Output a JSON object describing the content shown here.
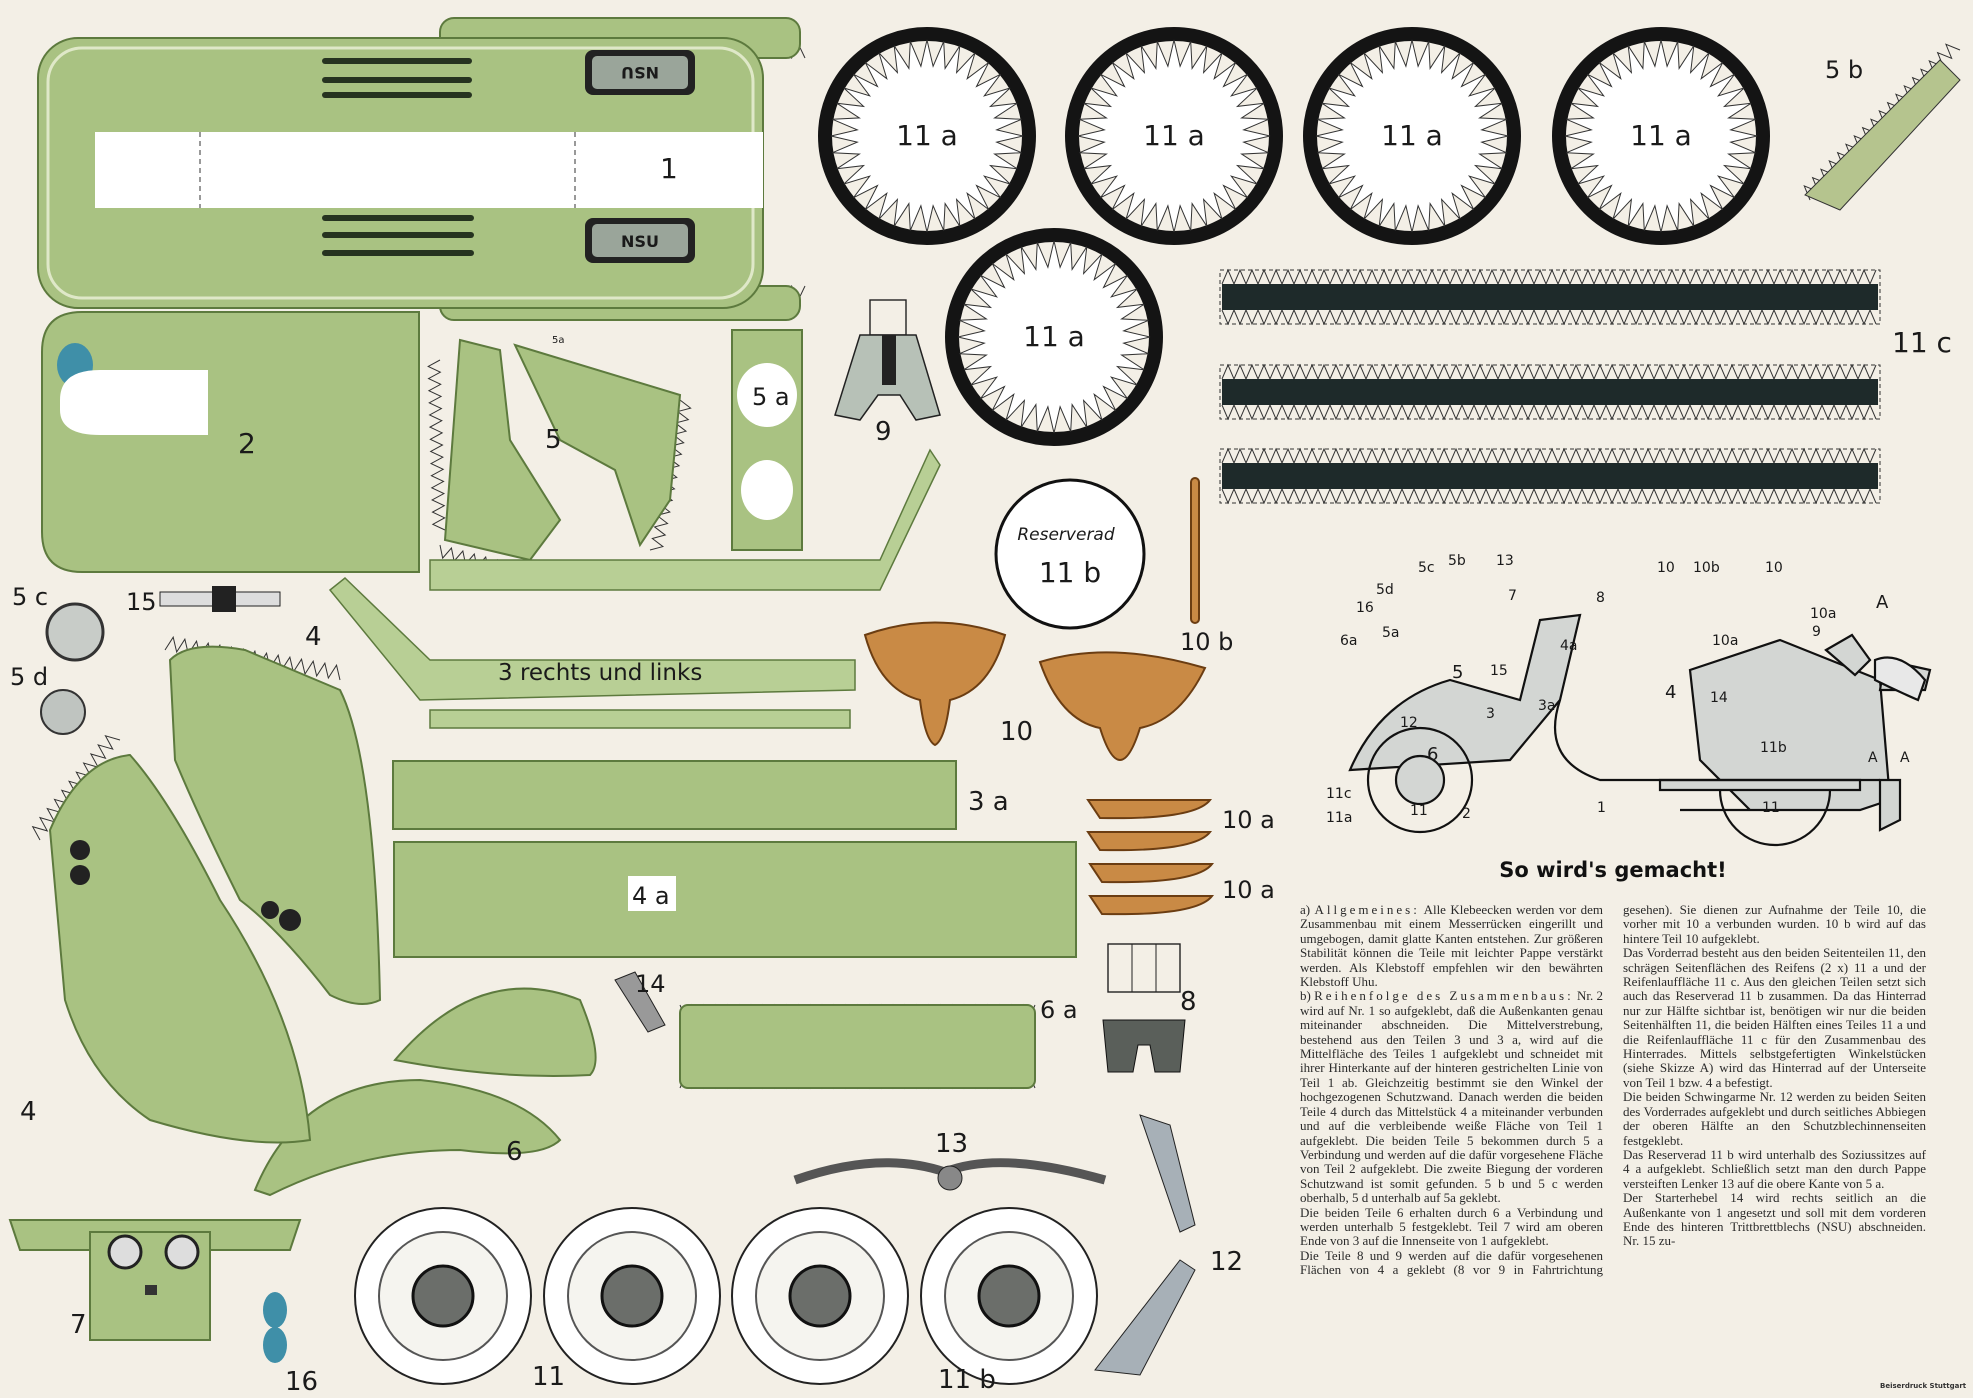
{
  "part_labels": {
    "p1": "1",
    "p2": "2",
    "p3": "3 rechts und links",
    "p3a": "3 a",
    "p4_top": "4",
    "p4_left": "4",
    "p4a": "4 a",
    "p5": "5",
    "p5a_small": "5a",
    "p5a": "5 a",
    "p5b": "5 b",
    "p5c": "5 c",
    "p5d": "5 d",
    "p6": "6",
    "p6a": "6 a",
    "p7": "7",
    "p8": "8",
    "p9": "9",
    "p10": "10",
    "p10a_1": "10 a",
    "p10a_2": "10 a",
    "p10b": "10 b",
    "p11": "11",
    "p11a_1": "11 a",
    "p11a_2": "11 a",
    "p11a_3": "11 a",
    "p11a_4": "11 a",
    "p11a_5": "11 a",
    "p11b_reserve_title": "Reserverad",
    "p11b_reserve": "11 b",
    "p11b": "11 b",
    "p11c": "11 c",
    "p12": "12",
    "p13": "13",
    "p14": "14",
    "p15": "15",
    "p16": "16"
  },
  "logo_text": "NSU",
  "diagram_labels": {
    "l5c": "5c",
    "l5b": "5b",
    "l13": "13",
    "l7": "7",
    "l5d": "5d",
    "l16": "16",
    "l6a": "6a",
    "l5a": "5a",
    "l5": "5",
    "l12": "12",
    "l6": "6",
    "l11c": "11c",
    "l11a": "11a",
    "l11_front": "11",
    "l2": "2",
    "l3": "3",
    "l15": "15",
    "l3a": "3a",
    "l1": "1",
    "l4a": "4a",
    "l4": "4",
    "l14": "14",
    "l8": "8",
    "l10_1": "10",
    "l10b": "10b",
    "l10_2": "10",
    "l10a_1": "10a",
    "l10a_2": "10a",
    "l9": "9",
    "l11b": "11b",
    "l11_rear": "11",
    "lA_top": "A",
    "lA_left": "A",
    "lA_right": "A"
  },
  "title": "So wird's gemacht!",
  "instructions": [
    {
      "prefix": "a) ",
      "heading": "Allgemeines:",
      "text": " Alle Klebeecken werden vor dem Zusammenbau mit einem Messerrücken eingerillt und umgebogen, damit glatte Kanten entstehen. Zur größeren Stabilität können die Teile mit leichter Pappe verstärkt werden. Als Klebstoff empfehlen wir den bewährten Klebstoff Uhu."
    },
    {
      "prefix": "b) ",
      "heading": "Reihenfolge des Zusammenbaus:",
      "text": " Nr. 2 wird auf Nr. 1 so aufgeklebt, daß die Außenkanten genau miteinander abschneiden. Die Mittelverstrebung, bestehend aus den Teilen 3 und 3 a, wird auf die Mittelfläche des Teiles 1 aufgeklebt und schneidet mit ihrer Hinterkante auf der hinteren gestrichelten Linie von Teil 1 ab. Gleichzeitig bestimmt sie den Winkel der hochgezogenen Schutzwand. Danach werden die beiden Teile 4 durch das Mittelstück 4 a miteinander verbunden und auf die verbleibende weiße Fläche von Teil 1 aufgeklebt. Die beiden Teile 5 bekommen durch 5 a Verbindung und werden auf die dafür vorgesehene Fläche von Teil 2 aufgeklebt. Die zweite Biegung der vorderen Schutzwand ist somit gefunden. 5 b und 5 c werden oberhalb, 5 d unterhalb auf 5a geklebt."
    },
    {
      "text": "Die beiden Teile 6 erhalten durch 6 a Verbindung und werden unterhalb 5 festgeklebt. Teil 7 wird am oberen Ende von 3 auf die Innenseite von 1 aufgeklebt."
    },
    {
      "text": "Die Teile 8 und 9 werden auf die dafür vorgesehenen Flächen von 4 a geklebt (8 vor 9 in Fahrtrichtung gesehen). Sie dienen zur Aufnahme der Teile 10, die vorher mit 10 a verbunden wurden. 10 b wird auf das hintere Teil 10 aufgeklebt."
    },
    {
      "text": "Das Vorderrad besteht aus den beiden Seitenteilen 11, den schrägen Seitenflächen des Reifens (2 x) 11 a und der Reifenlauffläche 11 c. Aus den gleichen Teilen setzt sich auch das Reserverad 11 b zusammen. Da das Hinterrad nur zur Hälfte sichtbar ist, benötigen wir nur die beiden Seitenhälften 11, die beiden Hälften eines Teiles 11 a und die Reifenlauffläche 11 c für den Zusammenbau des Hinterrades. Mittels selbstgefertigten Winkelstücken (siehe Skizze A) wird das Hinterrad auf der Unterseite von Teil 1 bzw. 4 a befestigt."
    },
    {
      "text": "Die beiden Schwingarme Nr. 12 werden zu beiden Seiten des Vorderrades aufgeklebt und durch seitliches Abbiegen der oberen Hälfte an den Schutzblechinnenseiten festgeklebt."
    },
    {
      "text": "Das Reserverad 11 b wird unterhalb des Soziussitzes auf 4 a aufgeklebt. Schließlich setzt man den durch Pappe versteiften Lenker 13 auf die obere Kante von 5 a."
    },
    {
      "text": "Der Starterhebel 14 wird rechts seitlich an die Außenkante von 1 angesetzt und soll mit dem vorderen Ende des hinteren Trittbrettblechs (NSU) abschneiden. Nr. 15 zu-"
    }
  ],
  "printer": "Beiserdruck Stuttgart",
  "colors": {
    "paper": "#f3efe6",
    "green": "#a9c282",
    "wood": "#c98a45",
    "tire": "#141414",
    "logo": "#3f8fa8"
  }
}
